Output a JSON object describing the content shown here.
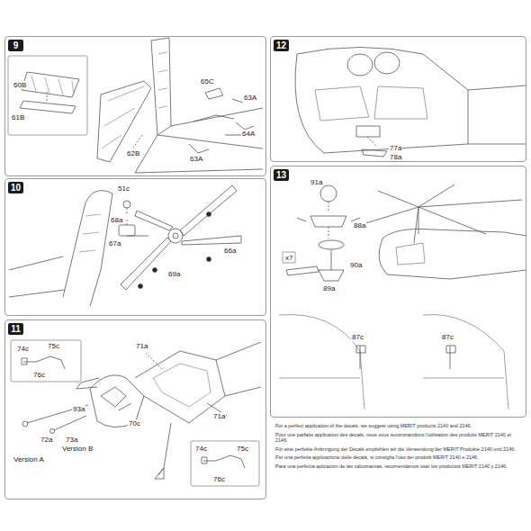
{
  "diagram": {
    "nodes": [
      {
        "text": [
          "9"
        ]
      },
      {
        "text": [
          "12"
        ]
      },
      {
        "text": [
          "10"
        ]
      },
      {
        "text": [
          "13"
        ]
      },
      {
        "text": [
          "11"
        ]
      }
    ],
    "labels": [
      "60B",
      "61B",
      "62B",
      "65C",
      "63A",
      "64A",
      "63A",
      "51c",
      "68a",
      "67a",
      "66a",
      "69a",
      "74c",
      "75c",
      "76c",
      "71a",
      "93a",
      "72a",
      "73a",
      "Version A",
      "Version B",
      "70c",
      "71a",
      "74c",
      "75c",
      "76c",
      "77a",
      "78a",
      "91a",
      "88a",
      "90a",
      "89a",
      "x7",
      "87c",
      "87c",
      "For a perfect application of the decals, we suggest using MERIT products 2140 and 2146.",
      "Pour une parfaite application des décals, nous vous recommandons l'utilisation des produits MERIT 2140 et 2146.",
      "Für eine perfekte Anbringung der Decals empfehlen wir die Verwendung der MERIT Produkte 2140 und 2146.",
      "Per una perfetta applicazione delle decals, si consiglia l'uso dei prodotti MERIT 2140 e 2146.",
      "Para una perfecta aplicación de las calcomanías, recomendamos usar los productos MERIT 2140 y 2146."
    ]
  }
}
